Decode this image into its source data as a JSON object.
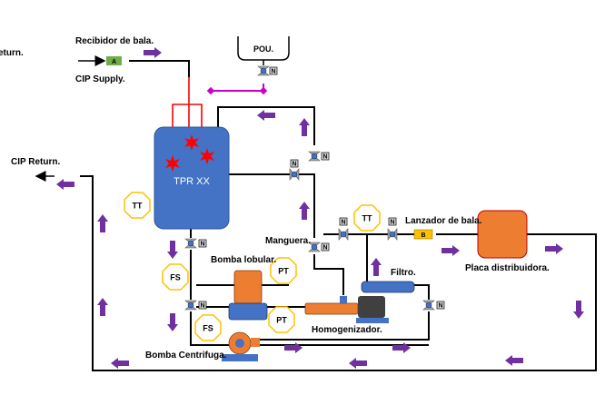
{
  "labels": {
    "cip_return_left": "CIP Return.",
    "cip_return_cut": "eturn.",
    "recibidor": "Recibidor de bala.",
    "cip_supply": "CIP Supply.",
    "pou": "POU.",
    "tank": "TPR XX",
    "manguera": "Manguera.",
    "lanzador": "Lanzador de bala.",
    "placa": "Placa distribuidora.",
    "bomba_lobular": "Bomba lobular.",
    "filtro": "Filtro.",
    "homogenizador": "Homogenizador.",
    "bomba_centrifuga": "Bomba Centrifuga."
  },
  "tags": {
    "a": "A",
    "b": "B",
    "n": "N",
    "tt": "TT",
    "fs": "FS",
    "pt": "PT"
  },
  "colors": {
    "pipe": "#000000",
    "flow_arrow": "#7030A0",
    "tank": "#4472C4",
    "pump": "#ED7D31",
    "motor": "#404040",
    "instrument": "#FFC000",
    "cip_line": "#FF0000",
    "pou_line": "#CC00CC",
    "tag_a": "#70AD47",
    "tag_b": "#FFC000"
  }
}
